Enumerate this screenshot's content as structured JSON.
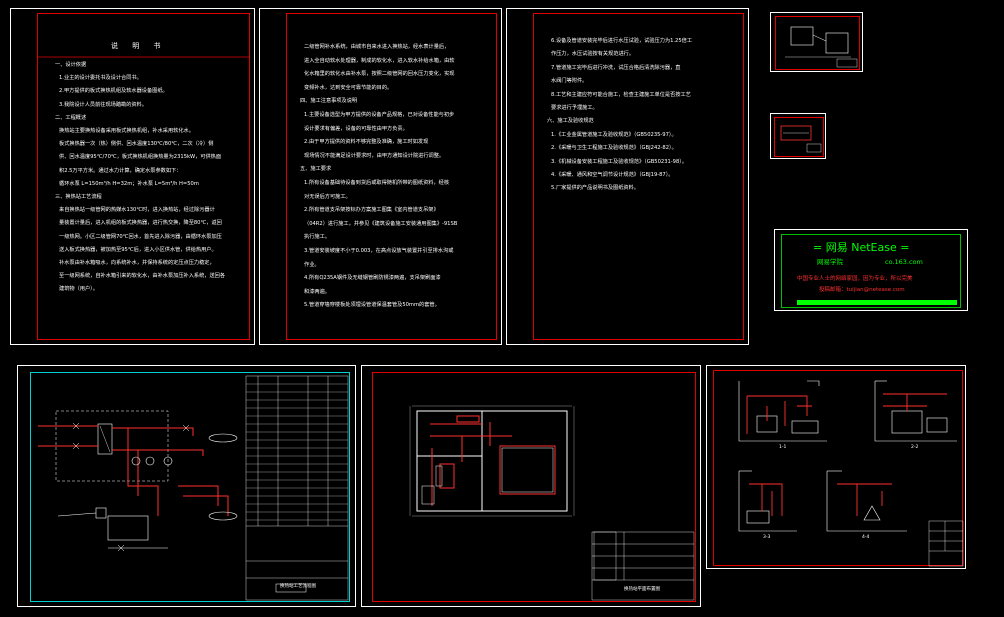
{
  "sheet1": {
    "title": "说 明 书",
    "lines": [
      "一、设计依据",
      "1.业主的设计委托书及设计合同书。",
      "2.甲方提供的板式换热机组及软水器设备图纸。",
      "3.我院设计人员前往现场踏勘的资料。",
      "二、工程概述",
      "换热站主要换热设备采用板式换热机组，补水采用软化水。",
      "板式换热器一次（热）侧供、回水温度130℃/80℃，二次（冷）侧",
      "供、回水温度95℃/70℃，板式换热机组换热量为2315kW，可供热面",
      "积2.5万平方米。通过水力计算，确定水泵参数如下：",
      "循环水泵 L=150m³/h H=32m；补水泵 L=5m³/h H=50m",
      "三、换热站工艺流程",
      "来自换热站一级管网的热媒水130℃时，进入换热站，经过除污器计",
      "量装置计量后，进入机组的板式换热器，进行热交换，降至80℃，返回",
      "一级热网。小区二级管网70℃回水，首先进入除污器，由循环水泵加压",
      "送入板式换热器，被加热至95℃后，进入小区供水管，供给热用户。",
      "补水泵由补水箱吸水，向系统补水，并保持系统的定压点压力稳定，",
      "至一级网系统，自补水箱引来的软化水，由补水泵加压补入系统，送回各",
      "建筑物（用户）。"
    ]
  },
  "sheet2": {
    "lines": [
      "二级管网补水系统，由城市自来水进入换热站，经水表计量后，",
      "进入全自动软水处理器，制成的软化水，进入软水补给水箱，由软",
      "化水箱里的软化水由补水泵，按照二级管网的回水压力变化，实现",
      "变频补水，达到安全可靠节能的目的。",
      "四、施工注意事项及说明",
      "1.主要设备选型为甲方提供的设备产品规格，已对设备性能与初步",
      "设计要求有偏差，设备的可靠性由甲方负责。",
      "2.由于甲方提供的资料不够完整及准确，施工时如发现",
      "现场情况不能满足设计要求时，由甲方通知设计院进行调整。",
      "五、施工要求",
      "1.所有设备基础待设备到货后或取得随机所带的图纸资料，经核",
      "对无误后方可施工。",
      "2.所有管道支吊架按标办方案施工图集《室内管道支吊架》",
      "（04R2）进行施工，并参见《建筑设备施工安装通用图集》-91SB",
      "执行施工。",
      "3.管道安装坡度不小于0.003，在高点设放气装置并引至排水沟或",
      "作业。",
      "4.所有Q235A钢件及无缝钢管刷防锈漆两遍，支吊架刷面漆",
      "和漆两遍。",
      "5.管道穿墙穿楼板处须埋设管道保温套管及50mm的套管。"
    ]
  },
  "sheet3": {
    "lines": [
      "6.设备及管道安装完毕后进行水压试验，试验压力为1.25倍工",
      "作压力，水压试验按有关规范进行。",
      "7.管道施工完毕后进行冲洗，试压合格后清洗除污器，直",
      "水阀门等附件。",
      "8.工艺和主建应符可能合施工，检查主建施工单位是否按工艺",
      "要求进行予埋施工。",
      "六、施工及验收规范",
      "1.《工业金属管道施工及验收规范》（GB50235-97）。",
      "2.《采暖与卫生工程施工及验收规范》（GBJ242-82）。",
      "3.《机械设备安装工程施工及验收规范》（GB50231-98）。",
      "4.《采暖、通风和空气调节设计规范》（GBJ19-87）。",
      "5.厂家提供的产品说明书及图纸资料。"
    ]
  },
  "netease": {
    "title": "=  网易 NetEase  =",
    "sub_left": "网易学院",
    "sub_right": "co.163.com",
    "slogan": "中国专业人士的网络家园，因为专业，所以完美",
    "contact": "投稿邮箱：tuijian@netease.com"
  },
  "drawing_labels": {
    "schematic_footer": "换热站工艺流程图",
    "plan_footer": "换热站平面布置图",
    "section1": "1-1",
    "section2": "2-2",
    "section3": "3-3",
    "section4": "4-4"
  },
  "colors": {
    "frame": "#e00000",
    "cyan": "#00d0d0",
    "green": "#00ff00",
    "pipe": "#ff3030"
  }
}
